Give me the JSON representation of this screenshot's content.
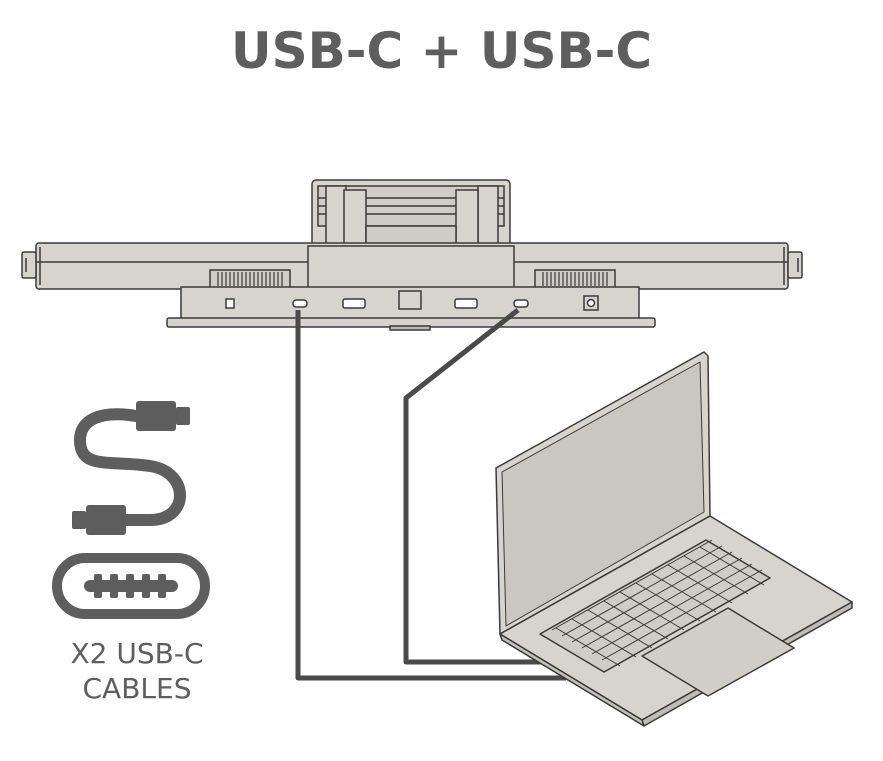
{
  "title": "USB-C + USB-C",
  "cables_caption": {
    "line1": "X2 USB-C",
    "line2": "CABLES"
  },
  "icons": {
    "cable": "usb-c-cable-icon",
    "port": "usb-c-port-icon"
  },
  "colors": {
    "text": "#5e5e5e",
    "device_fill": "#d6d4cc",
    "outline": "#3a3a3a",
    "cable": "#4a4a4a"
  }
}
